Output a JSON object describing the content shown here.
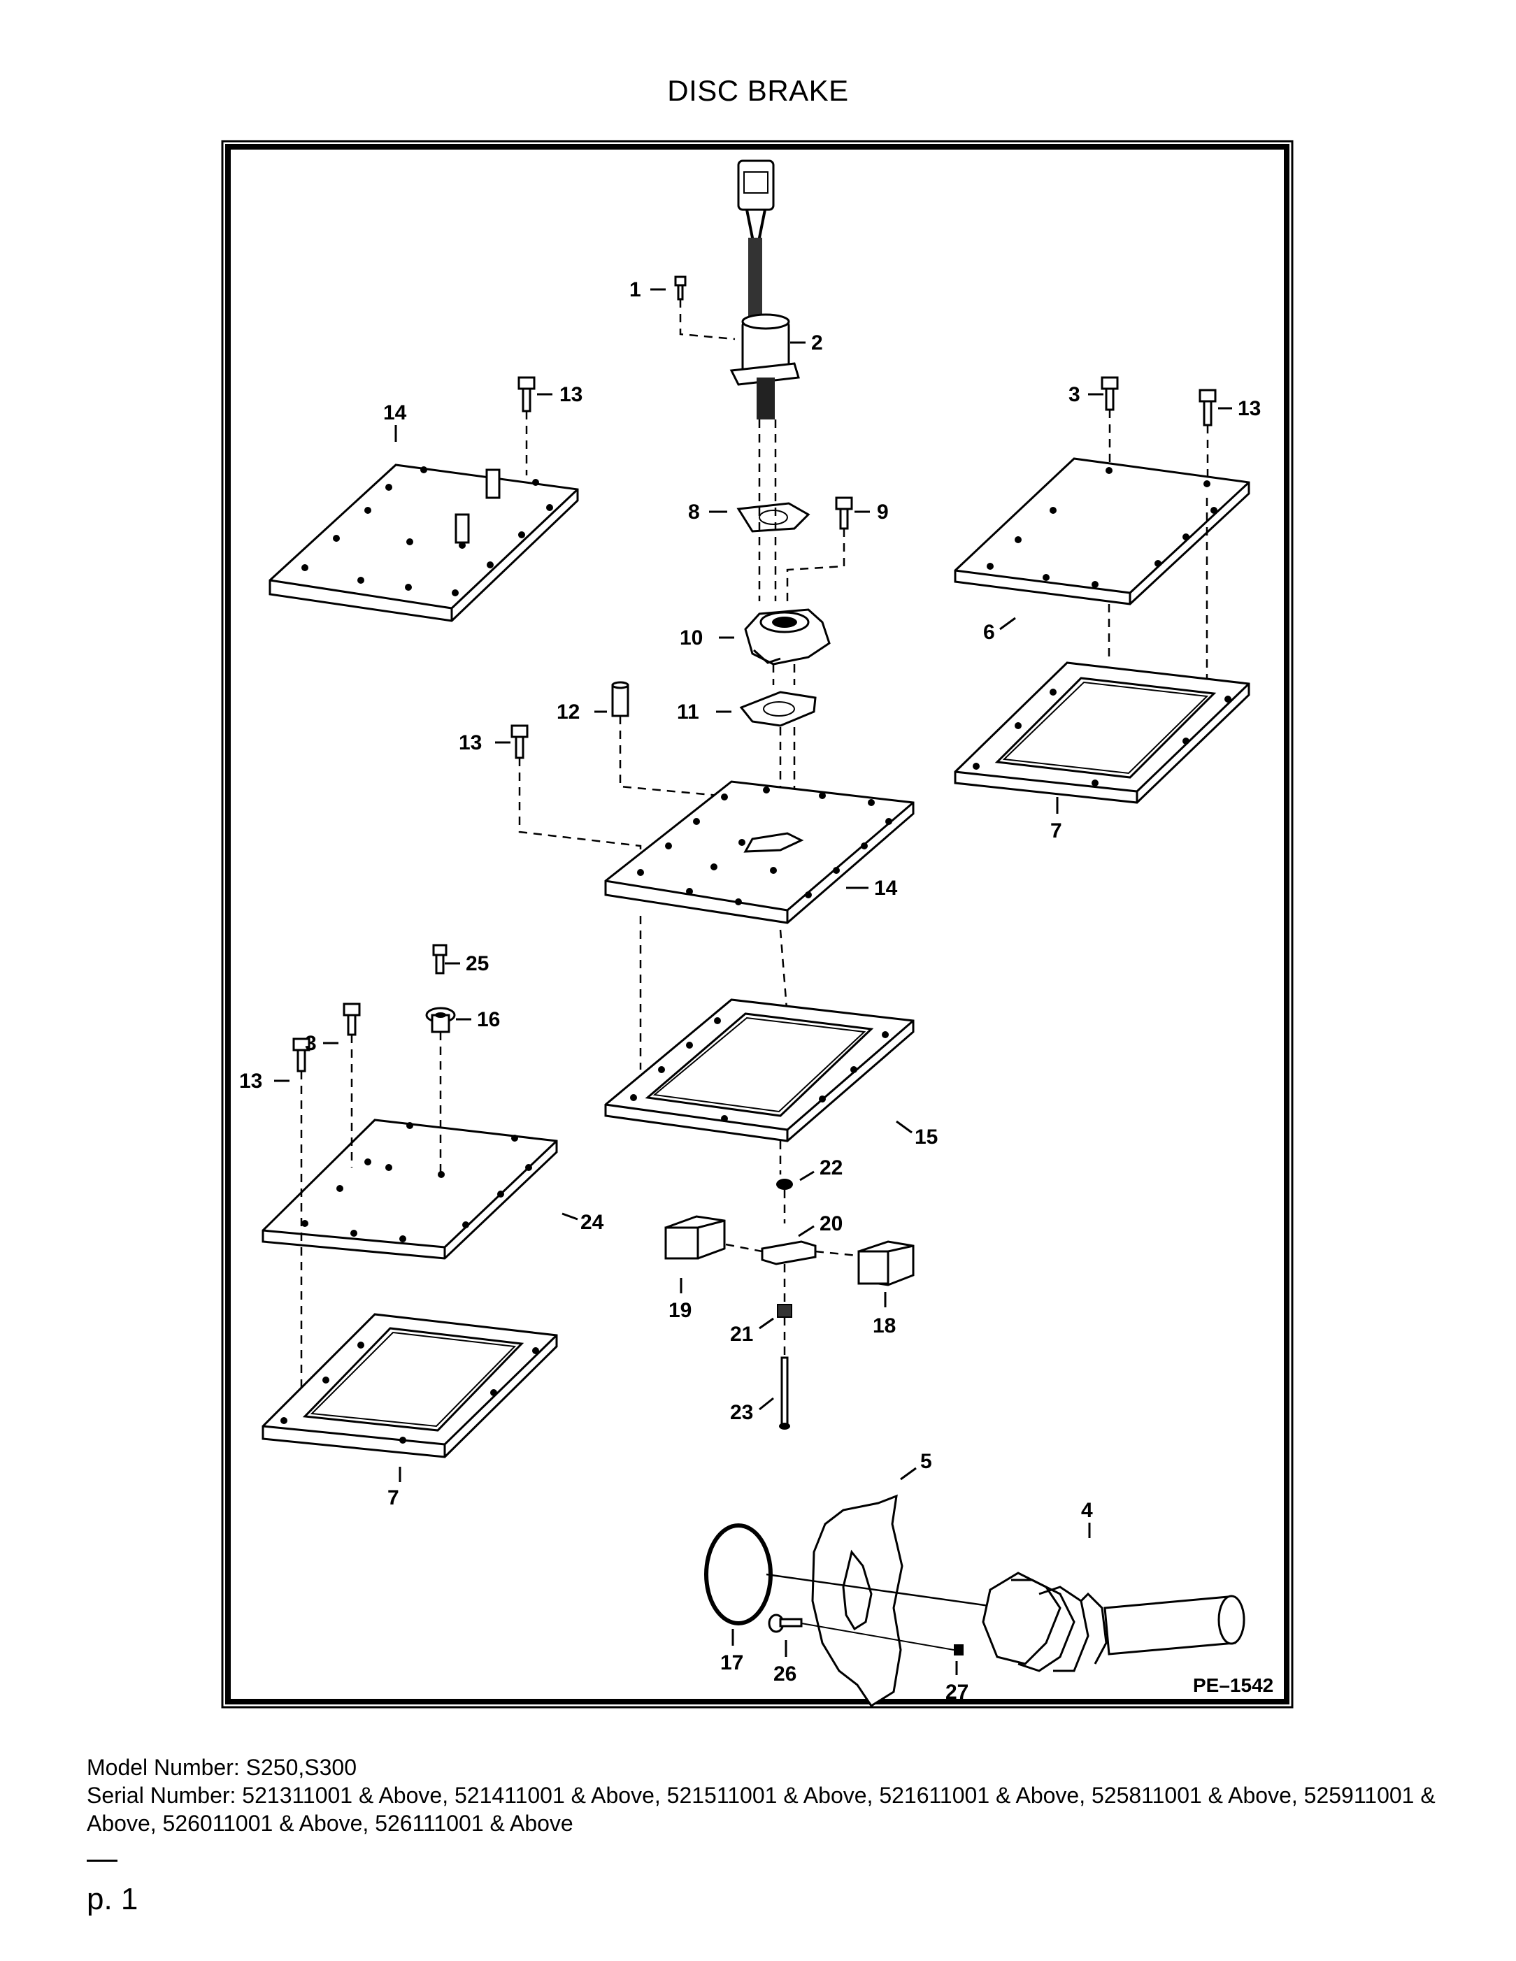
{
  "page": {
    "title": "DISC BRAKE",
    "figure_id": "PE–1542",
    "model_label": "Model Number: S250,S300",
    "serial_label": "Serial Number: 521311001 & Above, 521411001 & Above, 521511001 & Above, 521611001 & Above, 525811001 & Above, 525911001 & Above, 526011001 & Above, 526111001 & Above",
    "page_number": "p. 1"
  },
  "callouts": {
    "c1": "1",
    "c2": "2",
    "c3a": "3",
    "c3b": "3",
    "c4": "4",
    "c5": "5",
    "c6": "6",
    "c7a": "7",
    "c7b": "7",
    "c8": "8",
    "c9": "9",
    "c10": "10",
    "c11": "11",
    "c12": "12",
    "c13a": "13",
    "c13b": "13",
    "c13c": "13",
    "c13d": "13",
    "c14a": "14",
    "c14b": "14",
    "c15": "15",
    "c16": "16",
    "c17": "17",
    "c18": "18",
    "c19": "19",
    "c20": "20",
    "c21": "21",
    "c22": "22",
    "c23": "23",
    "c24": "24",
    "c25": "25",
    "c26": "26",
    "c27": "27"
  }
}
